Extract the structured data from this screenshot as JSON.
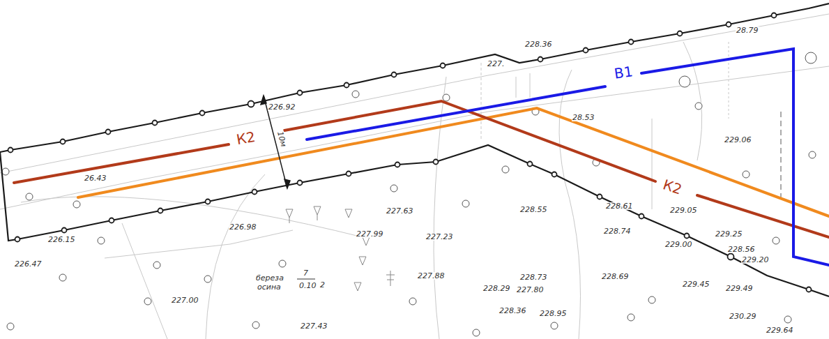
{
  "diagram": {
    "labels": [
      "228.36",
      "28.79",
      "227.",
      "В1",
      "226.92",
      "К2",
      "10м",
      "28.53",
      "229.06",
      "26.43",
      "К2",
      "227.63",
      "228.55",
      "228.61",
      "229.05",
      "228.74",
      "229.25",
      "229.00",
      "228.56",
      "229.20",
      "226.98",
      "227.99",
      "227.23",
      "226.15",
      "226.47",
      "береза",
      "осина",
      "7",
      "0.10",
      "2",
      "227.88",
      "228.73",
      "228.29",
      "227.80",
      "228.69",
      "229.45",
      "229.49",
      "227.00",
      "228.36",
      "228.95",
      "230.29",
      "229.64",
      "227.43"
    ]
  }
}
